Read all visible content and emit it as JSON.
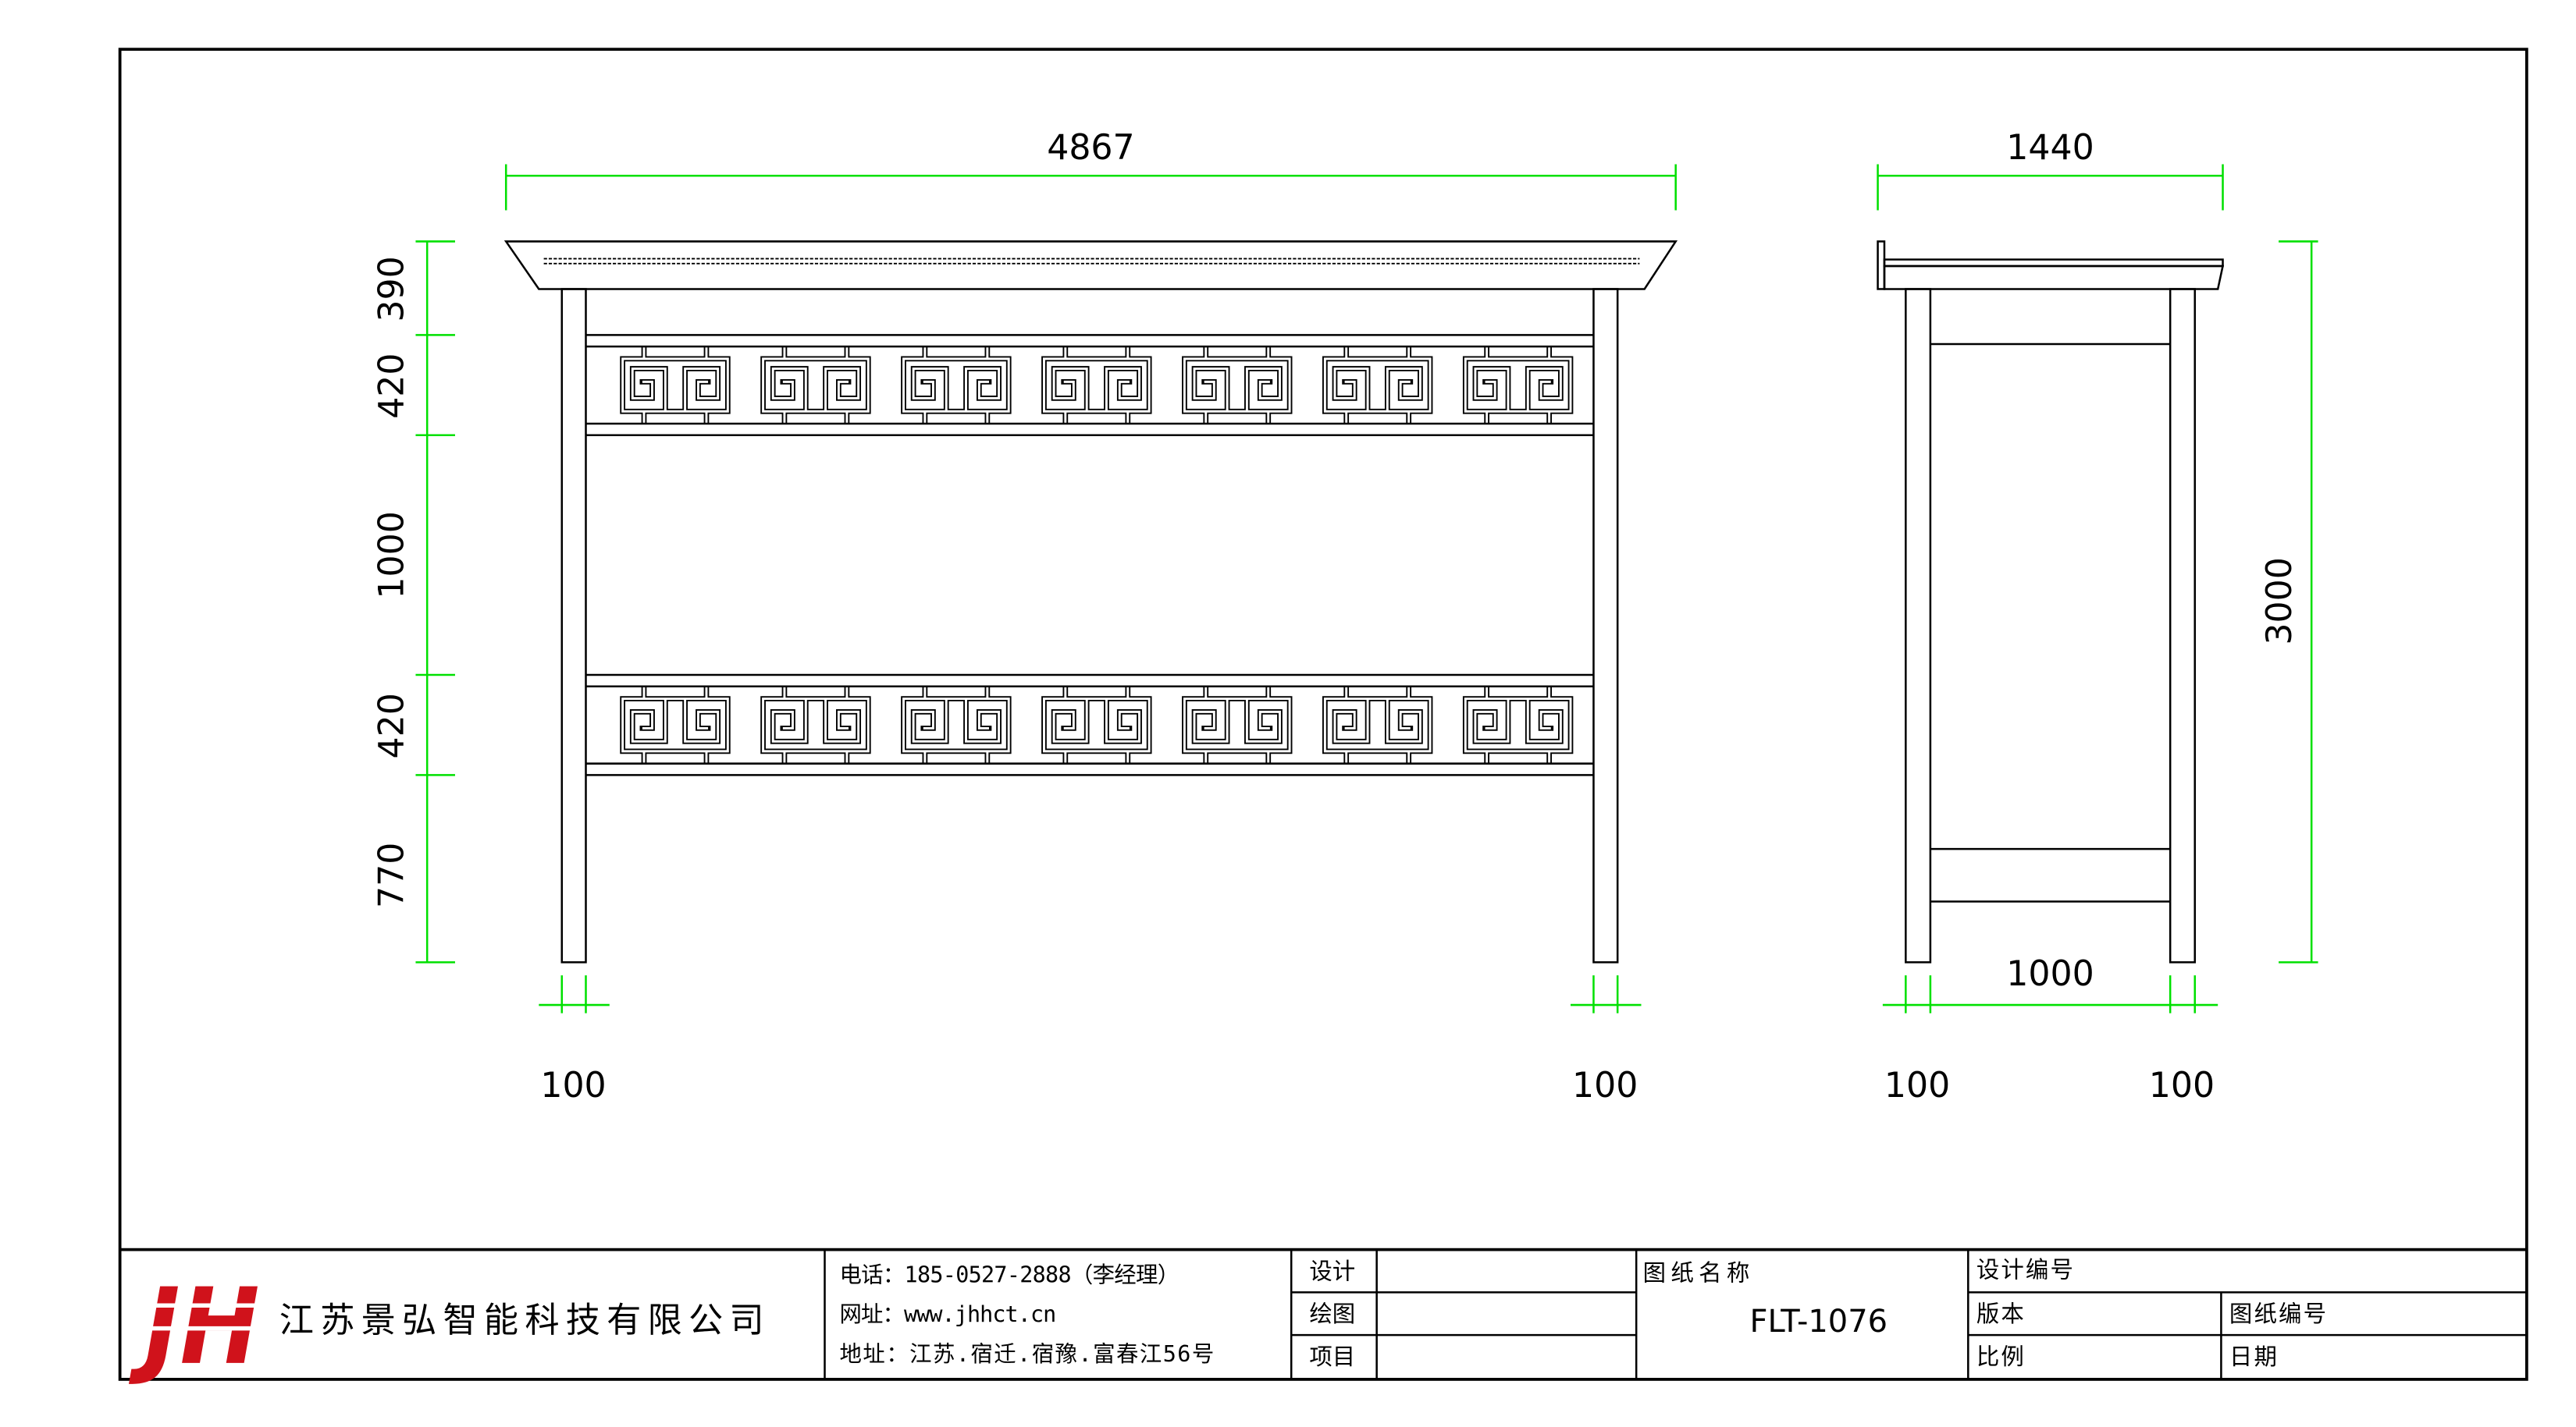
{
  "front_view": {
    "overall_width": "4867",
    "height_segments": [
      "390",
      "420",
      "1000",
      "420",
      "770"
    ],
    "leg_width_left": "100",
    "leg_width_right": "100"
  },
  "side_view": {
    "overall_depth": "1440",
    "overall_height": "3000",
    "inner_span": "1000",
    "leg_width_left": "100",
    "leg_width_right": "100"
  },
  "colors": {
    "line": "#000000",
    "dimension": "#00e000",
    "logo": "#d0121b"
  },
  "title_block": {
    "logo_text": "JH",
    "company_name": "江苏景弘智能科技有限公司",
    "contact": {
      "phone": "电话：185-0527-2888（李经理）",
      "website": "网址：www.jhhct.cn",
      "address": "地址：江苏.宿迁.宿豫.富春江56号"
    },
    "labels": {
      "design": "设计",
      "drafting": "绘图",
      "project": "项目",
      "drawing_name": "图纸名称",
      "design_number": "设计编号",
      "version": "版本",
      "drawing_number": "图纸编号",
      "scale": "比例",
      "date": "日期"
    },
    "drawing_name_value": "FLT-1076"
  }
}
